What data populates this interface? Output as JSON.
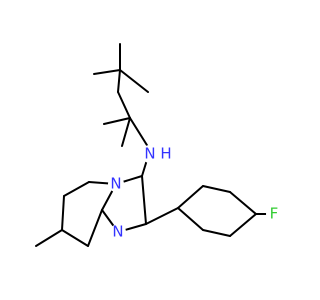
{
  "molecule": {
    "labels": {
      "amine_n": "N",
      "amine_h": "H",
      "ring_n_bridge": "N",
      "ring_n_imidazole": "N",
      "fluorine": "F"
    },
    "colors": {
      "nitrogen": "#3333ff",
      "fluorine": "#33cc33",
      "bond": "#000000",
      "background": "#ffffff"
    }
  }
}
